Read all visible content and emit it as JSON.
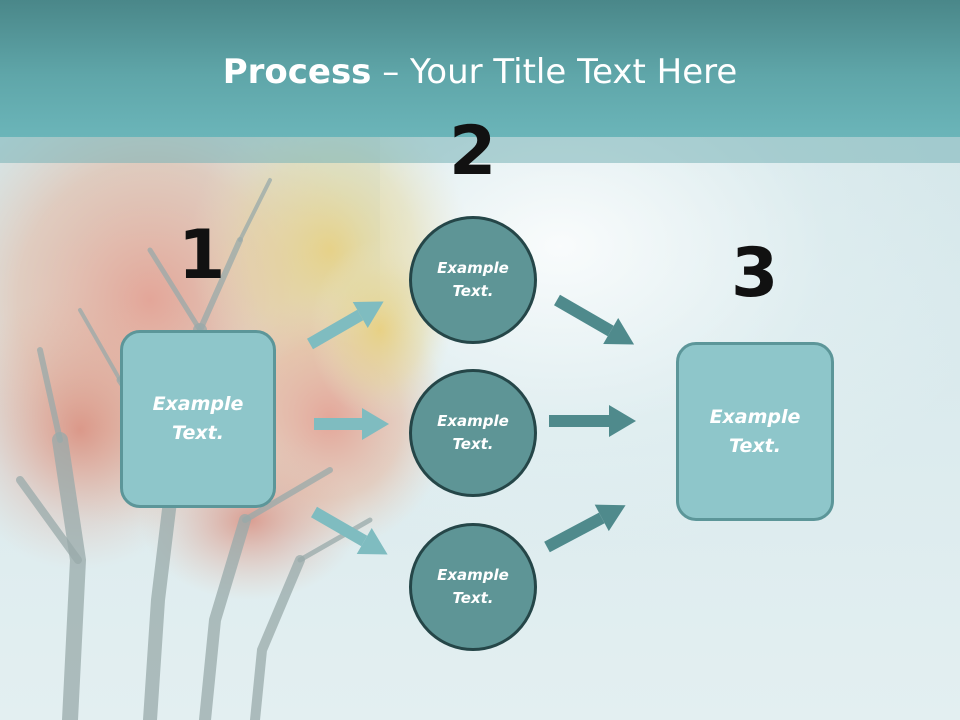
{
  "header": {
    "title_bold": "Process",
    "title_rest": " – Your Title Text Here"
  },
  "steps": {
    "step1_number": "1",
    "step2_number": "2",
    "step3_number": "3"
  },
  "stage1": {
    "label": "Example\nText."
  },
  "stage2": [
    {
      "label": "Example\nText."
    },
    {
      "label": "Example\nText."
    },
    {
      "label": "Example\nText."
    }
  ],
  "stage3": {
    "label": "Example\nText."
  },
  "colors": {
    "title_bar": "#5fa6a9",
    "box_fill": "#8ec6ca",
    "circle_fill": "#5e9596",
    "arrow_light": "#7fbcc0",
    "arrow_dark": "#4f8a8c"
  }
}
